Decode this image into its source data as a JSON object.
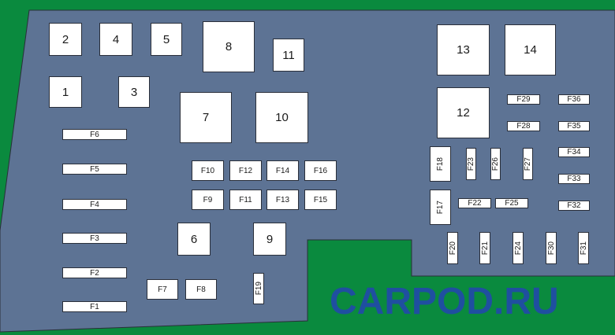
{
  "colors": {
    "panel": "#5d7394",
    "panel_edge": "#2a2f3a",
    "background": "#0a8a3e",
    "component": "#ffffff",
    "watermark": "#1f4fa0"
  },
  "watermark": "CARPOD.RU",
  "relays": [
    "1",
    "2",
    "3",
    "4",
    "5",
    "6",
    "7",
    "8",
    "9",
    "10",
    "11",
    "12",
    "13",
    "14"
  ],
  "fuses_horizontal_left": [
    "F6",
    "F5",
    "F4",
    "F3",
    "F2",
    "F1"
  ],
  "fuses_center_row1": [
    "F10",
    "F12",
    "F14",
    "F16"
  ],
  "fuses_center_row2": [
    "F9",
    "F11",
    "F13",
    "F15"
  ],
  "fuses_bottom": [
    "F7",
    "F8"
  ],
  "fuses_vertical": [
    "F19",
    "F18",
    "F23",
    "F26",
    "F27",
    "F17",
    "F20",
    "F21",
    "F24",
    "F30",
    "F31"
  ],
  "fuses_horizontal_right": [
    "F22",
    "F25",
    "F29",
    "F28",
    "F36",
    "F35",
    "F34",
    "F33",
    "F32"
  ]
}
